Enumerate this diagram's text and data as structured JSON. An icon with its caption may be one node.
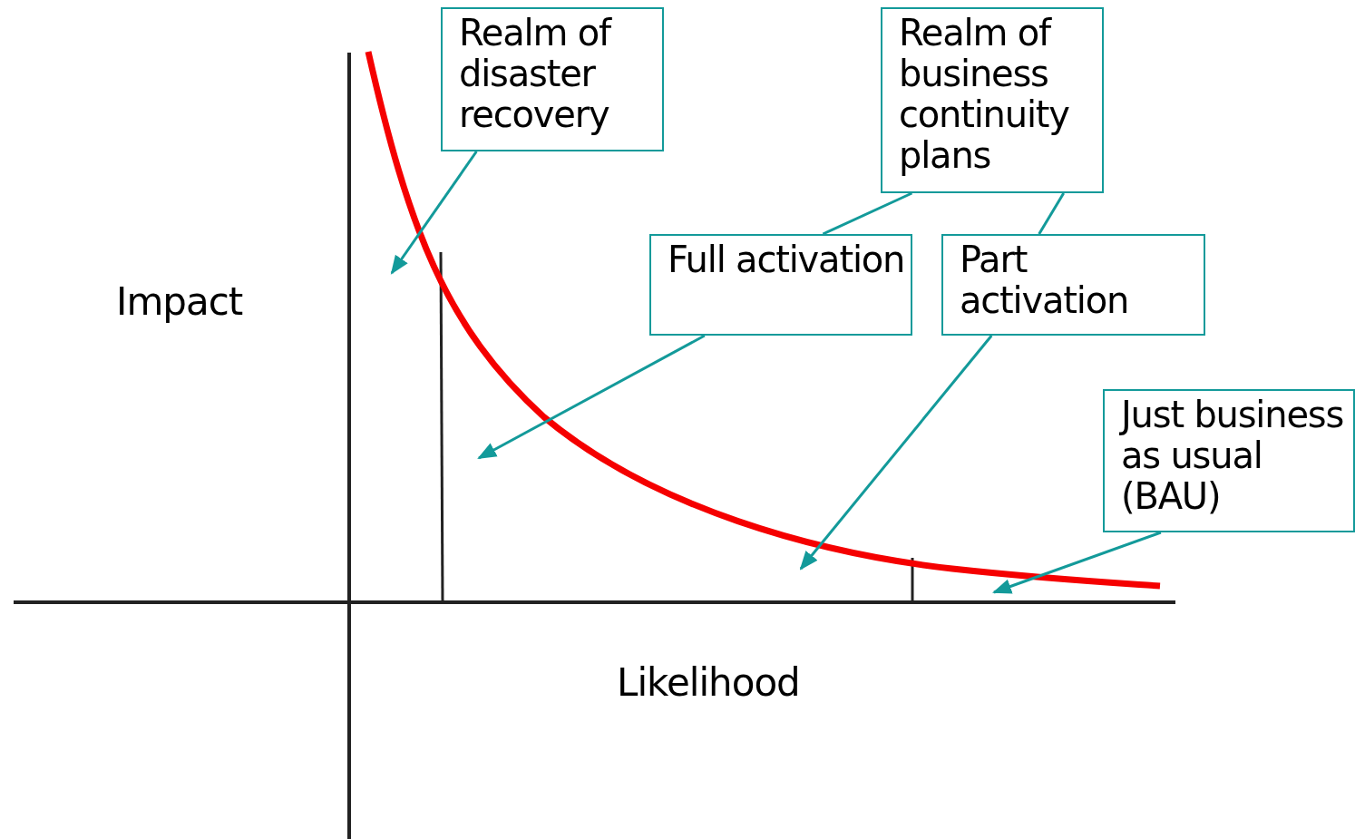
{
  "diagram": {
    "nodes": [
      {
        "text": [
          "Realm of disaster recovery"
        ]
      },
      {
        "text": [
          "Realm of business continuity plans"
        ]
      },
      {
        "text": [
          "Full activation"
        ]
      },
      {
        "text": [
          "Part activation"
        ]
      },
      {
        "text": [
          "Just business as usual (BAU)"
        ]
      }
    ],
    "edges": [
      {
        "from": 0,
        "to": null,
        "arrow": "to"
      },
      {
        "from": 1,
        "to": 2,
        "arrow": "none"
      },
      {
        "from": 1,
        "to": 3,
        "arrow": "none"
      },
      {
        "from": 2,
        "to": null,
        "arrow": "to"
      },
      {
        "from": 3,
        "to": null,
        "arrow": "to"
      },
      {
        "from": 4,
        "to": null,
        "arrow": "to"
      }
    ],
    "labels": [
      "Impact",
      "Likelihood"
    ]
  }
}
